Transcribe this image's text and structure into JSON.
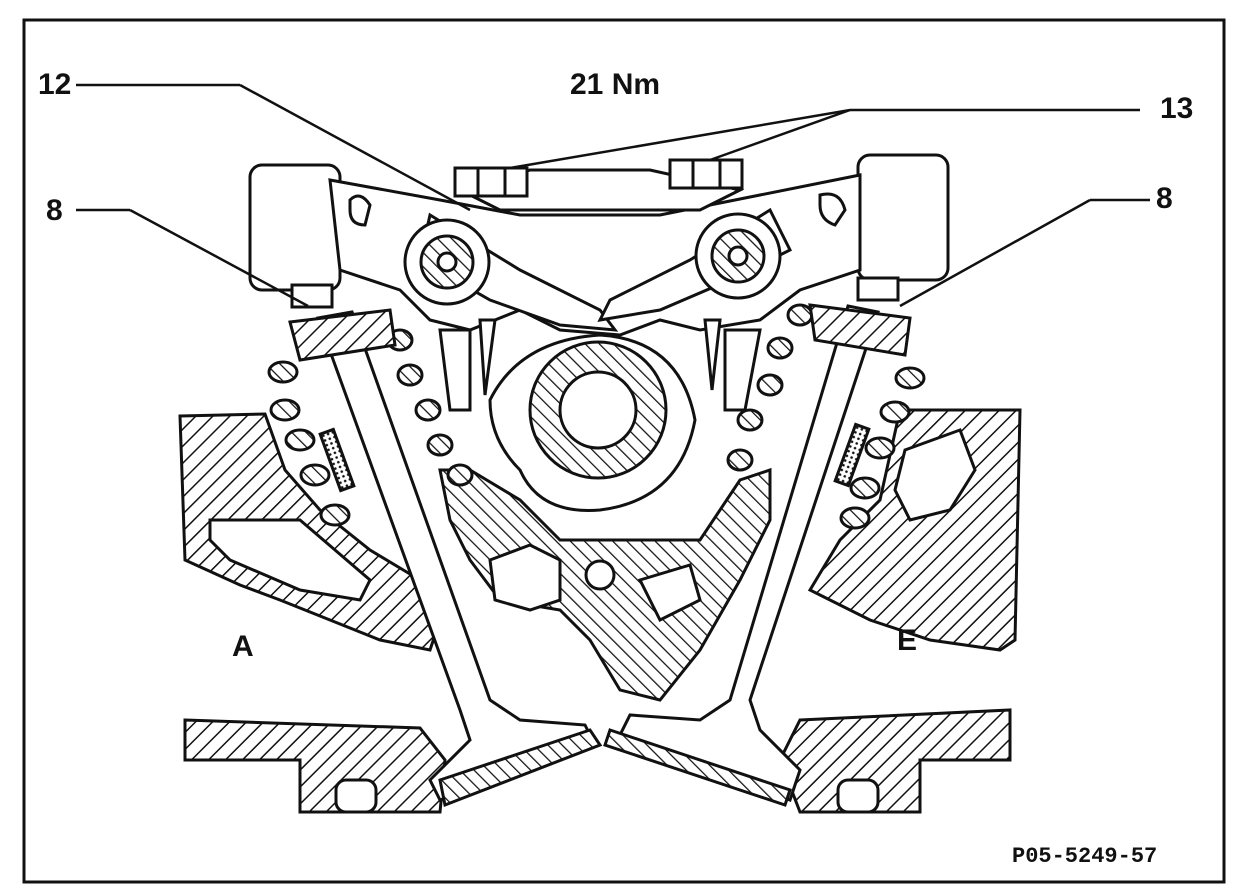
{
  "labels": {
    "torque": "21 Nm",
    "callout_12": "12",
    "callout_13": "13",
    "callout_8_left": "8",
    "callout_8_right": "8",
    "side_a": "A",
    "side_e": "E",
    "figure_code": "P05-5249-57"
  },
  "colors": {
    "ink": "#111111",
    "paper": "#ffffff"
  }
}
